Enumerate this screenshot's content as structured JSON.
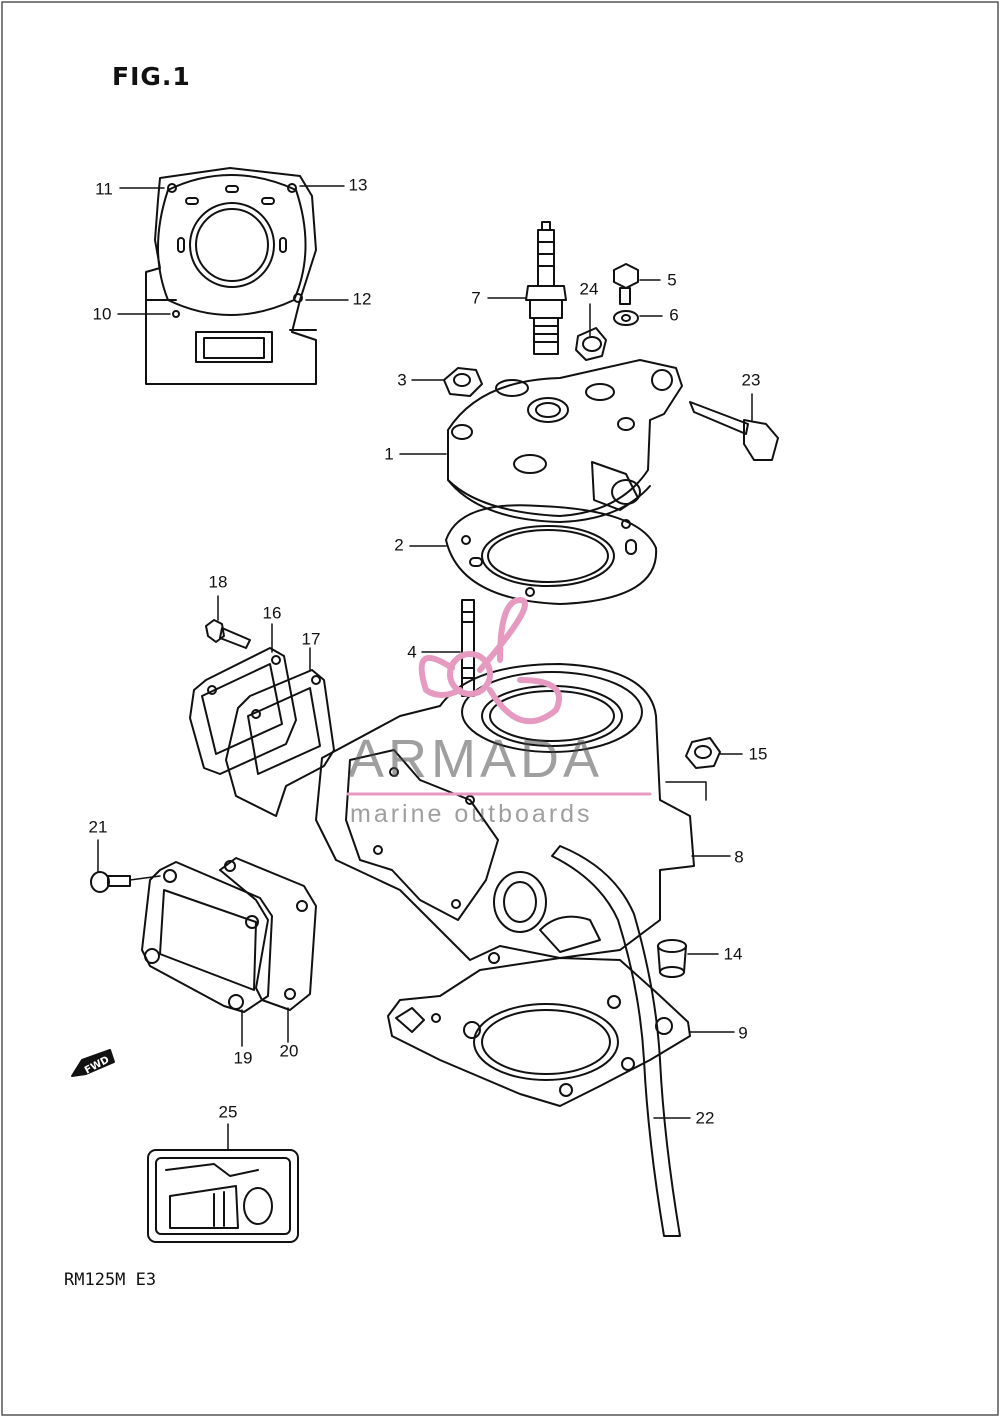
{
  "figure": {
    "title": "FIG.1",
    "model_code": "RM125M E3"
  },
  "watermark": {
    "brand": "ARMADA",
    "tagline": "marine outboards",
    "accent_color": "#e69ac0"
  },
  "fwd_arrow": {
    "label": "FWD"
  },
  "callouts": [
    {
      "id": "11",
      "label": "11"
    },
    {
      "id": "13",
      "label": "13"
    },
    {
      "id": "10",
      "label": "10"
    },
    {
      "id": "12",
      "label": "12"
    },
    {
      "id": "7",
      "label": "7"
    },
    {
      "id": "24",
      "label": "24"
    },
    {
      "id": "5",
      "label": "5"
    },
    {
      "id": "6",
      "label": "6"
    },
    {
      "id": "3",
      "label": "3"
    },
    {
      "id": "23",
      "label": "23"
    },
    {
      "id": "1",
      "label": "1"
    },
    {
      "id": "2",
      "label": "2"
    },
    {
      "id": "18",
      "label": "18"
    },
    {
      "id": "16",
      "label": "16"
    },
    {
      "id": "17",
      "label": "17"
    },
    {
      "id": "4",
      "label": "4"
    },
    {
      "id": "15",
      "label": "15"
    },
    {
      "id": "8",
      "label": "8"
    },
    {
      "id": "21",
      "label": "21"
    },
    {
      "id": "14",
      "label": "14"
    },
    {
      "id": "9",
      "label": "9"
    },
    {
      "id": "19",
      "label": "19"
    },
    {
      "id": "20",
      "label": "20"
    },
    {
      "id": "25",
      "label": "25"
    },
    {
      "id": "22",
      "label": "22"
    }
  ]
}
